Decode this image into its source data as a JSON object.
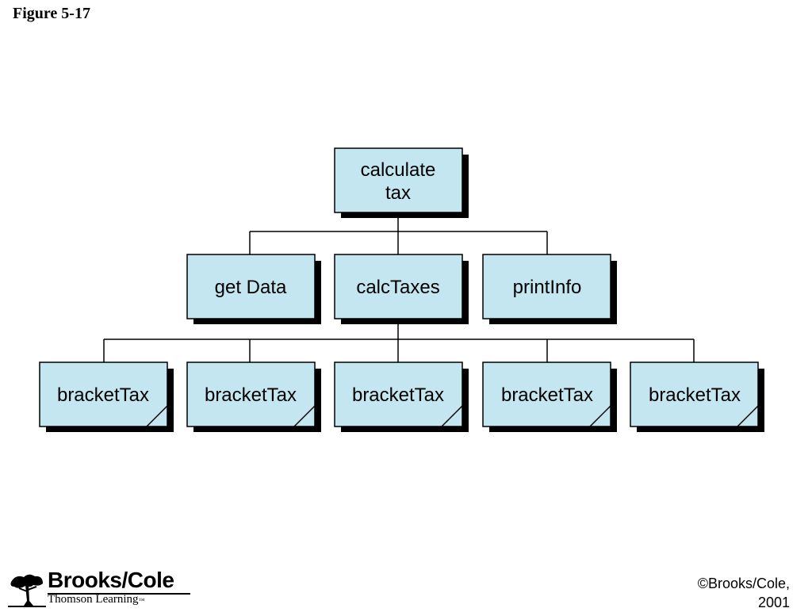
{
  "figure_title": "Figure 5-17",
  "diagram": {
    "root": {
      "lines": [
        "calculate",
        "tax"
      ]
    },
    "level2": [
      {
        "label": "get Data"
      },
      {
        "label": "calcTaxes"
      },
      {
        "label": "printInfo"
      }
    ],
    "level3": [
      {
        "label": "bracketTax"
      },
      {
        "label": "bracketTax"
      },
      {
        "label": "bracketTax"
      },
      {
        "label": "bracketTax"
      },
      {
        "label": "bracketTax"
      }
    ]
  },
  "logo": {
    "brand": "Brooks/Cole",
    "sub": "Thomson Learning",
    "trademark": "™"
  },
  "copyright": {
    "line1": "©Brooks/Cole,",
    "line2": "2001"
  },
  "colors": {
    "box_fill": "#c3e6f0",
    "shadow": "#000000"
  }
}
